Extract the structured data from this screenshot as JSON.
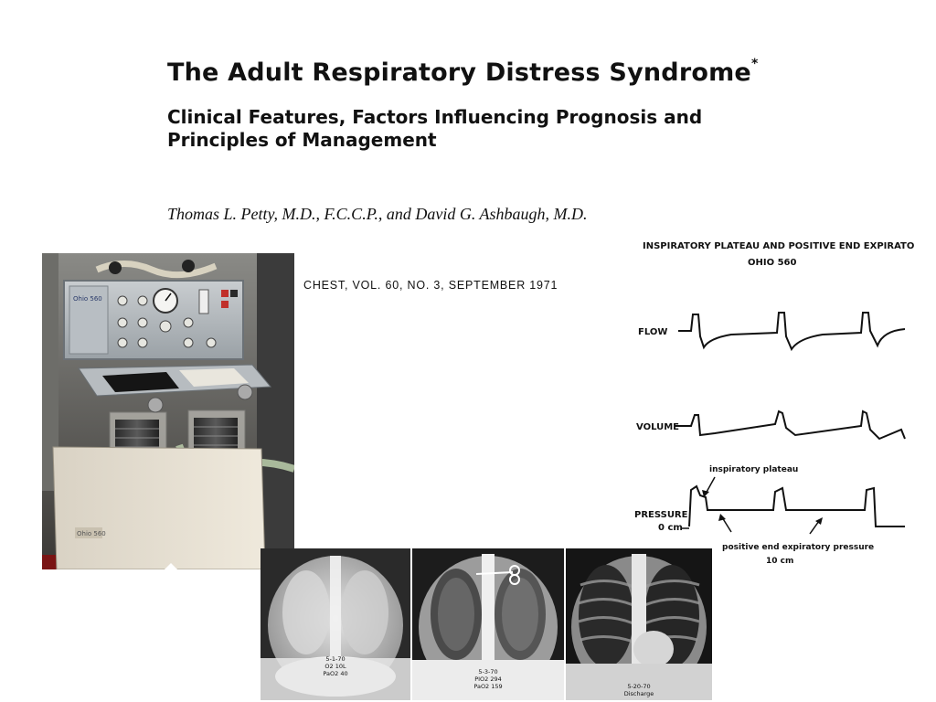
{
  "paper": {
    "title": "The Adult Respiratory Distress Syndrome",
    "title_marker": "*",
    "subtitle_line1": "Clinical Features, Factors Influencing Prognosis and",
    "subtitle_line2": "Principles of Management",
    "authors": "Thomas L. Petty, M.D., F.C.C.P., and David G. Ashbaugh, M.D.",
    "citation": "CHEST, VOL. 60, NO. 3, SEPTEMBER 1971"
  },
  "ventilator": {
    "panel_label": "Ohio 560",
    "base_label": "Ohio 560"
  },
  "waveform": {
    "title": "INSPIRATORY PLATEAU AND POSITIVE END EXPIRATORY PRESSURE",
    "subtitle": "OHIO 560",
    "labels": {
      "flow": "FLOW",
      "volume": "VOLUME",
      "pressure": "PRESSURE",
      "zero": "0 cm"
    },
    "annotations": {
      "plateau": "inspiratory plateau",
      "peep_line1": "positive end expiratory pressure",
      "peep_line2": "10 cm"
    }
  },
  "xrays": [
    {
      "date": "5-1-70",
      "line2": "O2 10L",
      "line3": "PaO2 40"
    },
    {
      "date": "5-3-70",
      "line2": "PIO2 294",
      "line3": "PaO2 159"
    },
    {
      "date": "5-20-70",
      "line2": "Discharge",
      "line3": ""
    }
  ],
  "colors": {
    "background": "#ffffff",
    "text": "#111111",
    "xray_dark": "#151515"
  }
}
